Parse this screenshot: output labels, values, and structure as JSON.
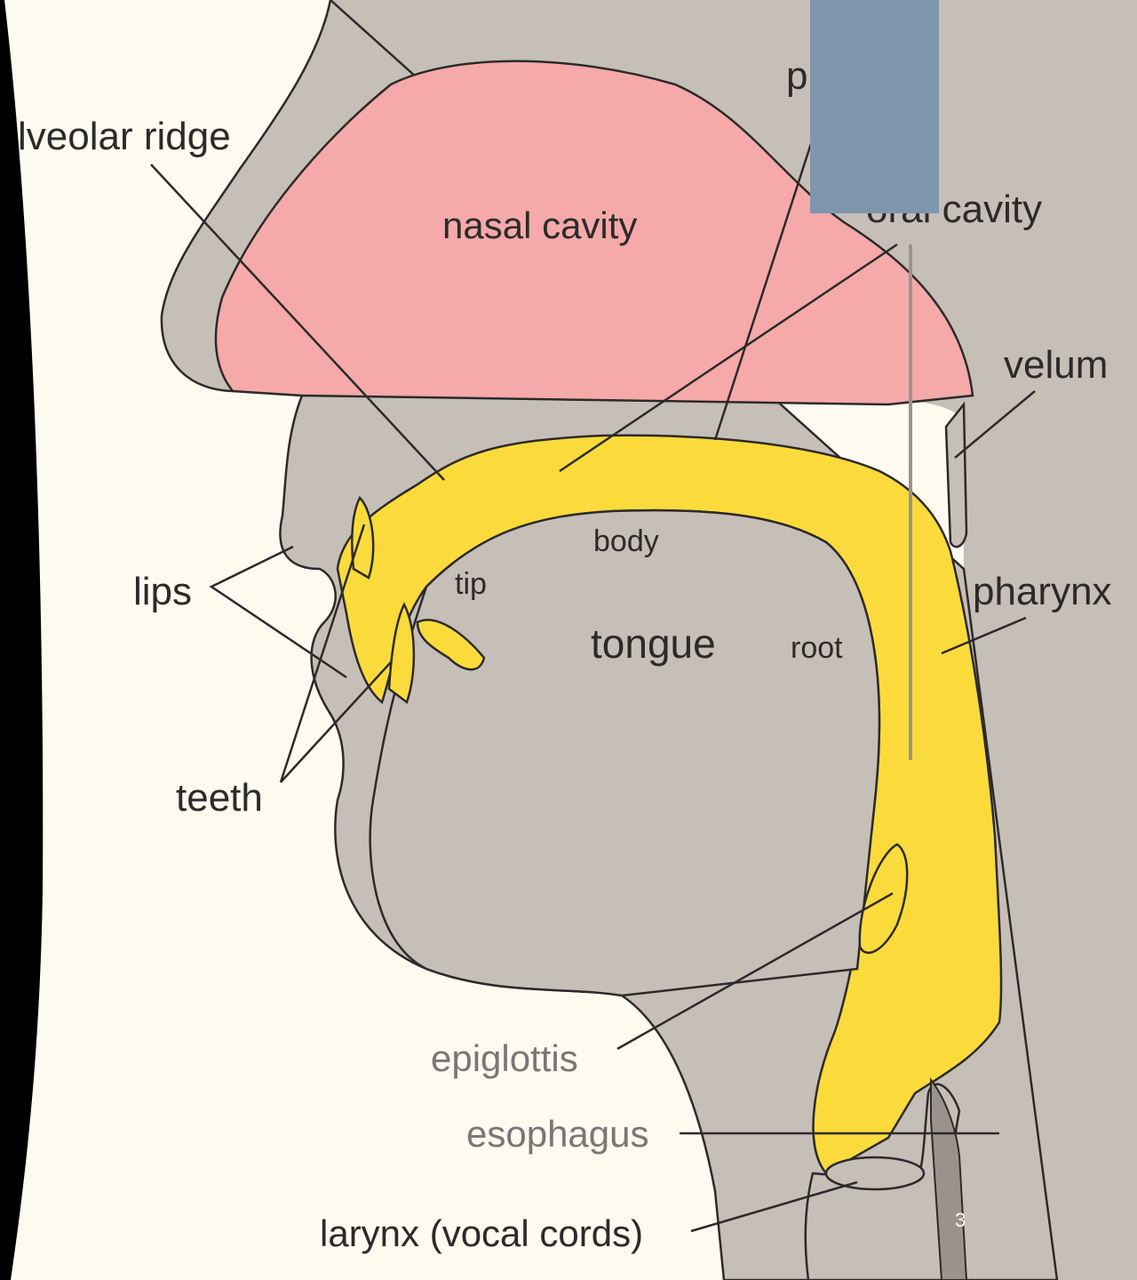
{
  "labels": {
    "alveolar_ridge": "lveolar ridge",
    "nasal_cavity": "nasal cavity",
    "palate_partial": "p",
    "oral_cavity": "oral cavity",
    "velum": "velum",
    "lips": "lips",
    "body": "body",
    "tip": "tip",
    "tongue": "tongue",
    "root": "root",
    "pharynx": "pharynx",
    "teeth": "teeth",
    "epiglottis": "epiglottis",
    "esophagus": "esophagus",
    "larynx": "larynx (vocal cords)"
  },
  "slide_number": "3",
  "colors": {
    "background": "#fdfaf0",
    "tissue": "#c6bfb7",
    "nasal_cavity": "#f6a9a9",
    "airway": "#fbdb3b",
    "outline": "#2c2a2a",
    "left_edge": "#000000",
    "overlay_box": "#7f96ad"
  }
}
